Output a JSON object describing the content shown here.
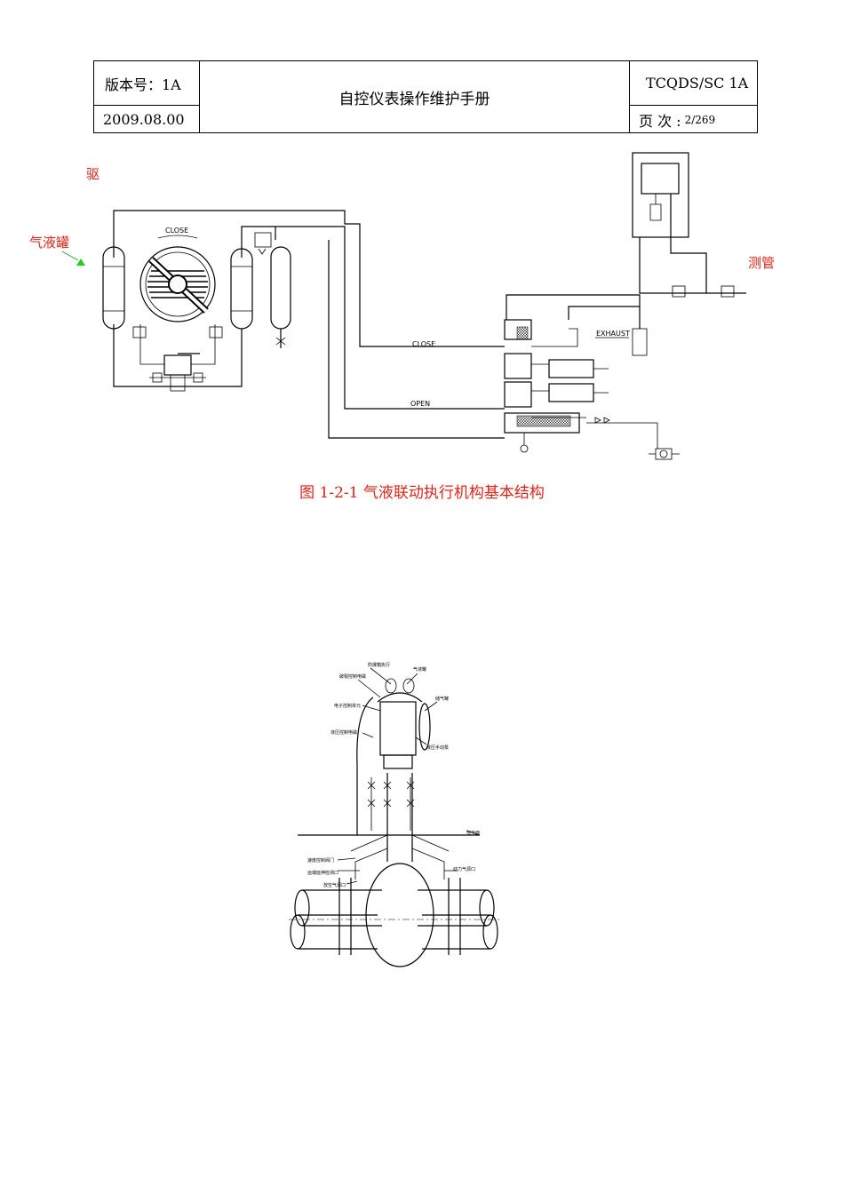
{
  "header": {
    "version_label": "版本号：1A",
    "date": "2009.08.00",
    "title": "自控仪表操作维护手册",
    "doc_code": "TCQDS/SC  1A",
    "page_label": "页  次  :",
    "page_value": "2/269"
  },
  "annotations": {
    "drive": "驱",
    "gas_liquid_tank": "气液罐",
    "measure_pipe": "测管"
  },
  "diagram1": {
    "close_dial": "CLOSE",
    "close_line": "CLOSE",
    "open_line": "OPEN",
    "exhaust": "EXHAUST"
  },
  "caption": "图 1-2-1  气液联动执行机构基本结构",
  "diagram2": {
    "labels": [
      "防爆箱执行",
      "气液罐",
      "储气罐",
      "液压手动泵",
      "电子控制单元",
      "破裂控制电磁",
      "液压控制电磁",
      "地平面",
      "速度控制阀门",
      "远端延伸检测口",
      "放空气源口",
      "动力气源口"
    ]
  }
}
